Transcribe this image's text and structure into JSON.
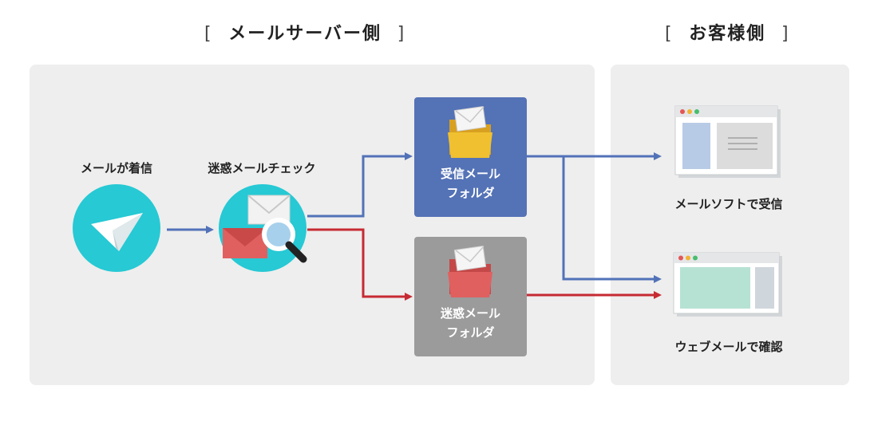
{
  "headers": {
    "server_side": "メールサーバー側",
    "customer_side": "お客様側",
    "bracket_open": "[",
    "bracket_close": "]"
  },
  "nodes": {
    "mail_arrival": "メールが着信",
    "spam_check": "迷惑メールチェック",
    "inbox_folder_line1": "受信メール",
    "inbox_folder_line2": "フォルダ",
    "spam_folder_line1": "迷惑メール",
    "spam_folder_line2": "フォルダ",
    "mail_software": "メールソフトで受信",
    "webmail": "ウェブメールで確認"
  },
  "colors": {
    "panel": "#eeeeee",
    "teal": "#26c9d4",
    "blue_box": "#5472b6",
    "gray_box": "#9b9b9b",
    "blue_arrow": "#5272b8",
    "red_arrow": "#c62a33",
    "folder_yellow": "#f0c030",
    "folder_red": "#e06060"
  },
  "icons": {
    "paper_plane": "paper-plane-icon",
    "envelope_search": "envelope-magnifier-icon",
    "folder_mail": "folder-with-mail-icon",
    "browser_window": "browser-window-icon"
  }
}
